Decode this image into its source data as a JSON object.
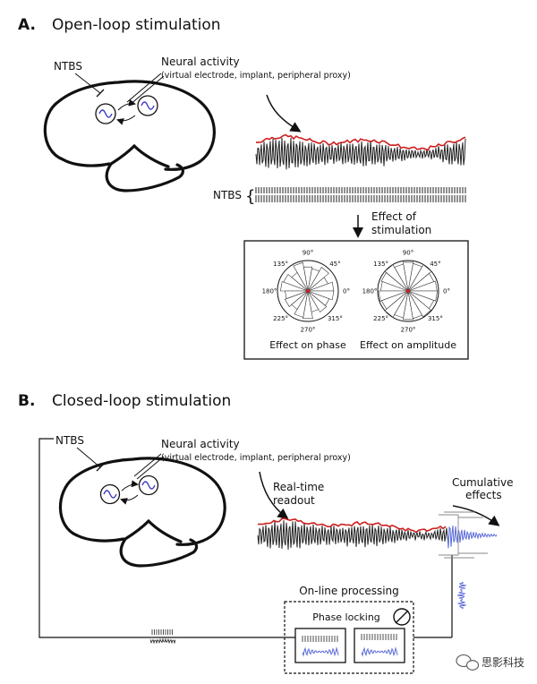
{
  "panelA": {
    "letter": "A.",
    "title": "Open-loop stimulation",
    "ntbs": "NTBS",
    "neural_activity": "Neural activity",
    "neural_sub": "(virtual electrode, implant, peripheral proxy)",
    "ntbs_train": "NTBS",
    "effect_line1": "Effect of",
    "effect_line2": "stimulation",
    "polar_angles": [
      "90°",
      "45°",
      "0°",
      "315°",
      "270°",
      "225°",
      "180°",
      "135°"
    ],
    "effect_phase": "Effect on phase",
    "effect_amplitude": "Effect on amplitude"
  },
  "panelB": {
    "letter": "B.",
    "title": "Closed-loop stimulation",
    "ntbs": "NTBS",
    "neural_activity": "Neural activity",
    "neural_sub": "(virtual electrode, implant, peripheral proxy)",
    "readout_line1": "Real-time",
    "readout_line2": "readout",
    "cumulative_line1": "Cumulative",
    "cumulative_line2": "effects",
    "online_processing": "On-line processing",
    "phase_locking": "Phase locking"
  },
  "watermark": {
    "text": "思影科技",
    "icon": "wechat-icon"
  },
  "colors": {
    "envelope": "#cc1f1f",
    "wave": "#222222",
    "oscillator": "#3a3ac8",
    "effect_wave": "#5a6ad8",
    "polar_center": "#cc1f1f"
  }
}
